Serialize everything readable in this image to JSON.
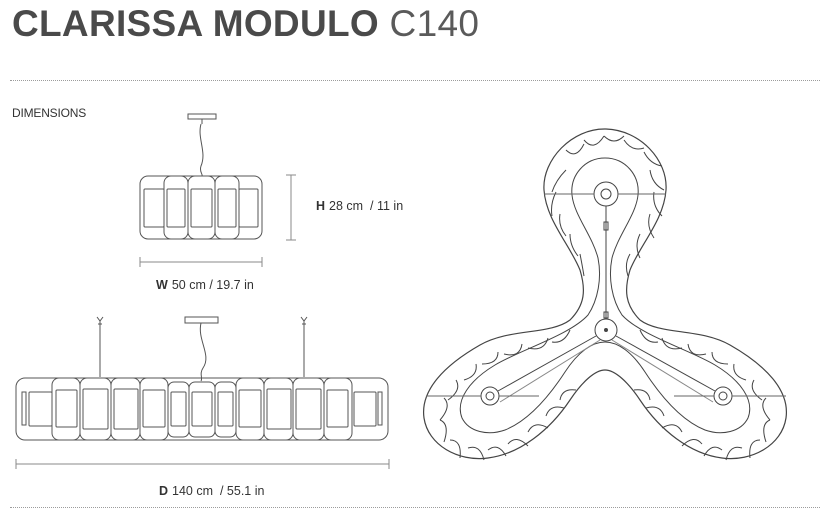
{
  "header": {
    "product_name": "CLARISSA MODULO",
    "model": "C140"
  },
  "section_label": "DIMENSIONS",
  "dimensions": {
    "height": {
      "letter": "H",
      "metric": "28 cm",
      "imperial": "/ 11 in"
    },
    "width": {
      "letter": "W",
      "metric": "50 cm",
      "imperial": "/ 19.7 in"
    },
    "diameter": {
      "letter": "D",
      "metric": "140 cm",
      "imperial": "/ 55.1 in"
    }
  },
  "colors": {
    "text": "#3a3a3a",
    "line": "#555555",
    "dim_line": "#8a8a8a"
  }
}
